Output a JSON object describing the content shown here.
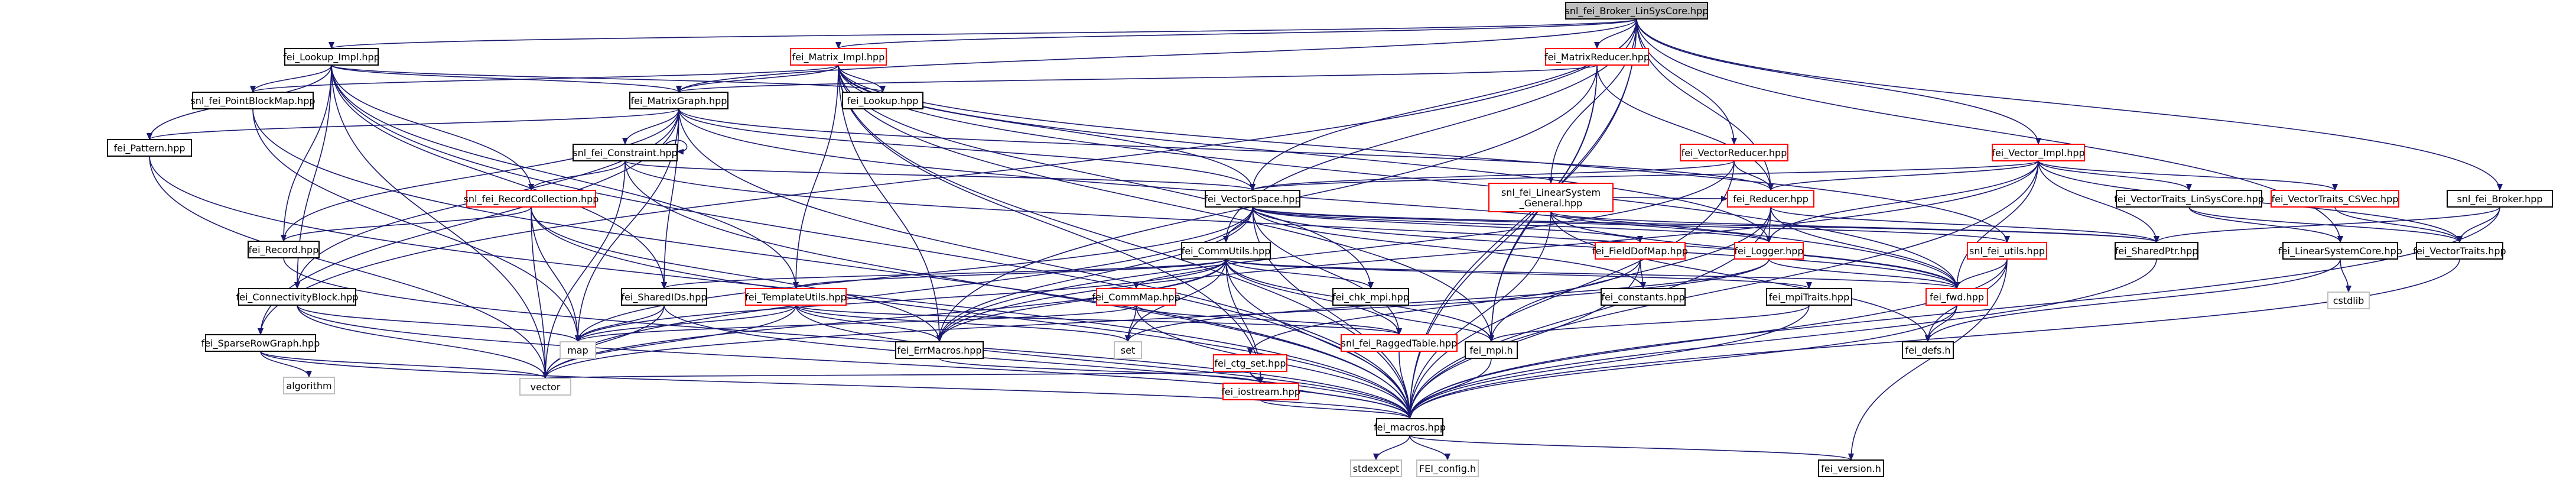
{
  "colors": {
    "background": "#ffffff",
    "root_fill": "#bfbfbf",
    "node_fill": "#ffffff",
    "node_border_linked": "#ff0000",
    "node_border_normal": "#000000",
    "node_border_system": "#bfbfbf",
    "edge": "#191970",
    "edge_self": "#191970"
  },
  "nodes": [
    {
      "id": "root",
      "label": "snl_fei_Broker_LinSysCore.hpp",
      "kind": "root"
    },
    {
      "id": "lookup_impl",
      "label": "fei_Lookup_Impl.hpp",
      "kind": "normal"
    },
    {
      "id": "matrix_impl",
      "label": "fei_Matrix_Impl.hpp",
      "kind": "linked"
    },
    {
      "id": "matrix_reducer",
      "label": "fei_MatrixReducer.hpp",
      "kind": "linked"
    },
    {
      "id": "vector_impl",
      "label": "fei_Vector_Impl.hpp",
      "kind": "linked"
    },
    {
      "id": "vector_reducer",
      "label": "fei_VectorReducer.hpp",
      "kind": "linked"
    },
    {
      "id": "snl_broker",
      "label": "snl_fei_Broker.hpp",
      "kind": "normal"
    },
    {
      "id": "point_block_map",
      "label": "snl_fei_PointBlockMap.hpp",
      "kind": "normal"
    },
    {
      "id": "lookup",
      "label": "fei_Lookup.hpp",
      "kind": "normal"
    },
    {
      "id": "matrix_graph",
      "label": "fei_MatrixGraph.hpp",
      "kind": "normal"
    },
    {
      "id": "pattern",
      "label": "fei_Pattern.hpp",
      "kind": "normal"
    },
    {
      "id": "constraint",
      "label": "snl_fei_Constraint.hpp",
      "kind": "normal"
    },
    {
      "id": "record_collection",
      "label": "snl_fei_RecordCollection.hpp",
      "kind": "linked"
    },
    {
      "id": "record",
      "label": "fei_Record.hpp",
      "kind": "normal"
    },
    {
      "id": "vector_space",
      "label": "fei_VectorSpace.hpp",
      "kind": "normal"
    },
    {
      "id": "linsys_general",
      "label": "snl_fei_LinearSystem\n_General.hpp",
      "kind": "linked"
    },
    {
      "id": "reducer",
      "label": "fei_Reducer.hpp",
      "kind": "linked"
    },
    {
      "id": "vt_linsyscore",
      "label": "fei_VectorTraits_LinSysCore.hpp",
      "kind": "normal"
    },
    {
      "id": "vt_csvec",
      "label": "fei_VectorTraits_CSVec.hpp",
      "kind": "linked"
    },
    {
      "id": "vector_traits",
      "label": "fei_VectorTraits.hpp",
      "kind": "normal"
    },
    {
      "id": "linear_system_core",
      "label": "fei_LinearSystemCore.hpp",
      "kind": "normal"
    },
    {
      "id": "comm_utils",
      "label": "fei_CommUtils.hpp",
      "kind": "normal"
    },
    {
      "id": "field_dof_map",
      "label": "fei_FieldDofMap.hpp",
      "kind": "linked"
    },
    {
      "id": "logger",
      "label": "fei_Logger.hpp",
      "kind": "linked"
    },
    {
      "id": "snl_utils",
      "label": "snl_fei_utils.hpp",
      "kind": "linked"
    },
    {
      "id": "shared_ptr",
      "label": "fei_SharedPtr.hpp",
      "kind": "normal"
    },
    {
      "id": "connectivity_block",
      "label": "fei_ConnectivityBlock.hpp",
      "kind": "normal"
    },
    {
      "id": "shared_ids",
      "label": "fei_SharedIDs.hpp",
      "kind": "normal"
    },
    {
      "id": "template_utils",
      "label": "fei_TemplateUtils.hpp",
      "kind": "linked"
    },
    {
      "id": "comm_map",
      "label": "fei_CommMap.hpp",
      "kind": "linked"
    },
    {
      "id": "chk_mpi",
      "label": "fei_chk_mpi.hpp",
      "kind": "normal"
    },
    {
      "id": "constants",
      "label": "fei_constants.hpp",
      "kind": "normal"
    },
    {
      "id": "mpi_traits",
      "label": "fei_mpiTraits.hpp",
      "kind": "normal"
    },
    {
      "id": "fwd",
      "label": "fei_fwd.hpp",
      "kind": "linked"
    },
    {
      "id": "sparse_row_graph",
      "label": "fei_SparseRowGraph.hpp",
      "kind": "normal"
    },
    {
      "id": "map",
      "label": "map",
      "kind": "system"
    },
    {
      "id": "err_macros",
      "label": "fei_ErrMacros.hpp",
      "kind": "normal"
    },
    {
      "id": "set",
      "label": "set",
      "kind": "system"
    },
    {
      "id": "ctg_set",
      "label": "fei_ctg_set.hpp",
      "kind": "linked"
    },
    {
      "id": "ragged_table",
      "label": "snl_fei_RaggedTable.hpp",
      "kind": "linked"
    },
    {
      "id": "mpi_h",
      "label": "fei_mpi.h",
      "kind": "normal"
    },
    {
      "id": "defs_h",
      "label": "fei_defs.h",
      "kind": "normal"
    },
    {
      "id": "cstdlib",
      "label": "cstdlib",
      "kind": "system"
    },
    {
      "id": "vector",
      "label": "vector",
      "kind": "system"
    },
    {
      "id": "algorithm",
      "label": "algorithm",
      "kind": "system"
    },
    {
      "id": "iostream",
      "label": "fei_iostream.hpp",
      "kind": "linked"
    },
    {
      "id": "macros",
      "label": "fei_macros.hpp",
      "kind": "normal"
    },
    {
      "id": "stdexcept",
      "label": "stdexcept",
      "kind": "system"
    },
    {
      "id": "fei_config",
      "label": "FEI_config.h",
      "kind": "system"
    },
    {
      "id": "version",
      "label": "fei_version.h",
      "kind": "normal"
    }
  ]
}
